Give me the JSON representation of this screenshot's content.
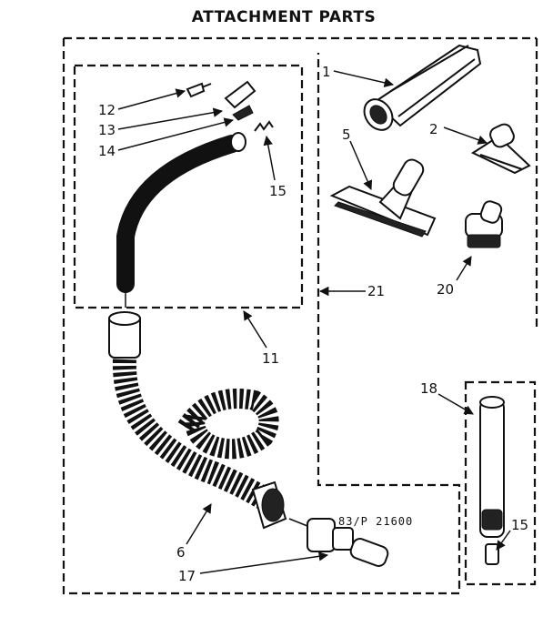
{
  "title": "ATTACHMENT PARTS",
  "drawing_code": "83/P 21600",
  "callouts": {
    "p1": "1",
    "p2": "2",
    "p5": "5",
    "p20": "20",
    "p21": "21",
    "p11": "11",
    "p12": "12",
    "p13": "13",
    "p14": "14",
    "p15a": "15",
    "p18": "18",
    "p15b": "15",
    "p6": "6",
    "p17": "17"
  }
}
